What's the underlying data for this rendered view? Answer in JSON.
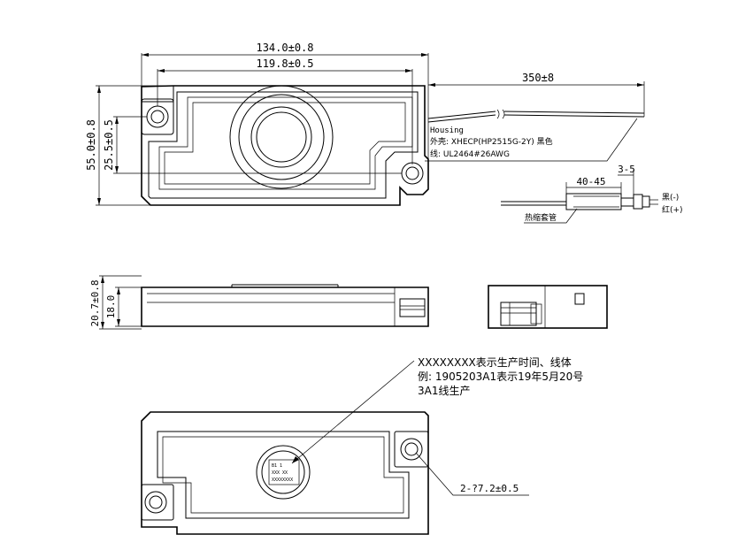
{
  "dimensions": {
    "overall_length": "134.0±0.8",
    "hole_spacing": "119.8±0.5",
    "cable_length": "350±8",
    "overall_height": "55.0±0.8",
    "hole_vertical": "25.5±0.5",
    "connector_tip": "3-5",
    "sleeve_length": "40-45",
    "thickness_total": "20.7±0.8",
    "thickness_body": "18.0",
    "mount_holes": "2-?7.2±0.5"
  },
  "labels": {
    "housing": "Housing",
    "housing_material": "外壳: XHECP(HP2515G-2Y) 黑色",
    "wire_spec": "线: UL2464#26AWG",
    "heat_shrink": "热缩套管",
    "wire_black": "黑(-)",
    "wire_red": "红(+)"
  },
  "note": {
    "line1": "XXXXXXXX表示生产时间、线体",
    "line2": "例: 1905203A1表示19年5月20号",
    "line3": "3A1线生产"
  },
  "label_marks": {
    "line1": "B1 1",
    "line2": "XXX XX",
    "line3": "XXXXXXXX"
  }
}
